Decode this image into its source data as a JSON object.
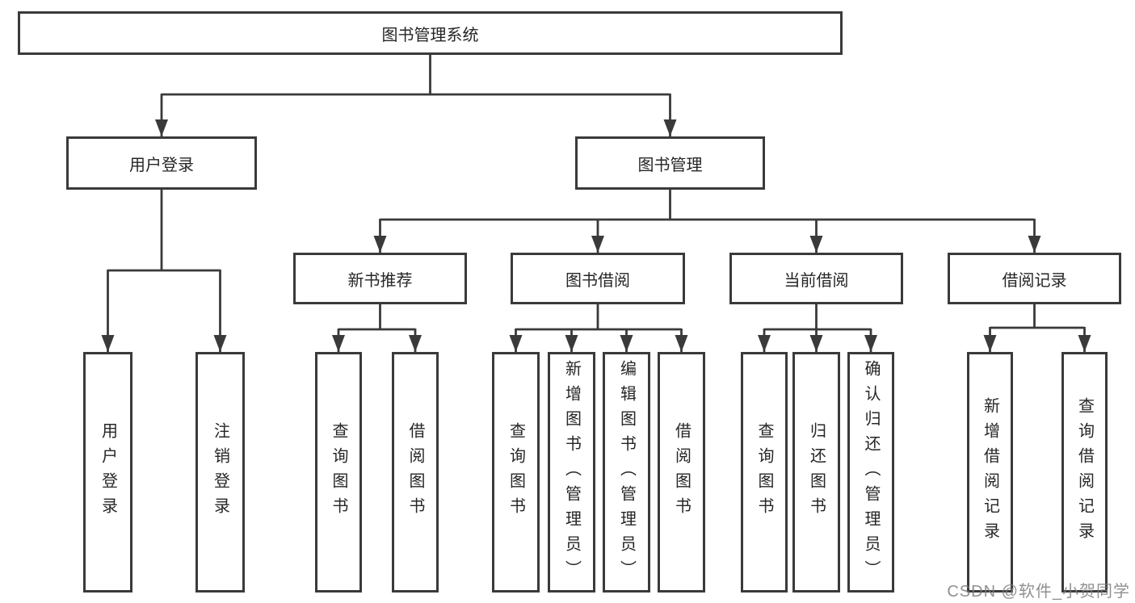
{
  "colors": {
    "line": "#3a3a3a",
    "text": "#262626",
    "background": "#ffffff",
    "watermark": "#7d7d7d"
  },
  "tree": {
    "root": {
      "label": "图书管理系统"
    },
    "branches": [
      {
        "label": "用户登录",
        "children": [
          {
            "label": "用户登录"
          },
          {
            "label": "注销登录"
          }
        ]
      },
      {
        "label": "图书管理",
        "groups": [
          {
            "label": "新书推荐",
            "children": [
              {
                "label": "查询图书"
              },
              {
                "label": "借阅图书"
              }
            ]
          },
          {
            "label": "图书借阅",
            "children": [
              {
                "label": "查询图书"
              },
              {
                "label": "新增图书（管理员）"
              },
              {
                "label": "编辑图书（管理员）"
              },
              {
                "label": "借阅图书"
              }
            ]
          },
          {
            "label": "当前借阅",
            "children": [
              {
                "label": "查询图书"
              },
              {
                "label": "归还图书"
              },
              {
                "label": "确认归还（管理员）"
              }
            ]
          },
          {
            "label": "借阅记录",
            "children": [
              {
                "label": "新增借阅记录"
              },
              {
                "label": "查询借阅记录"
              }
            ]
          }
        ]
      }
    ]
  },
  "watermark": "CSDN @软件_小贺同学"
}
